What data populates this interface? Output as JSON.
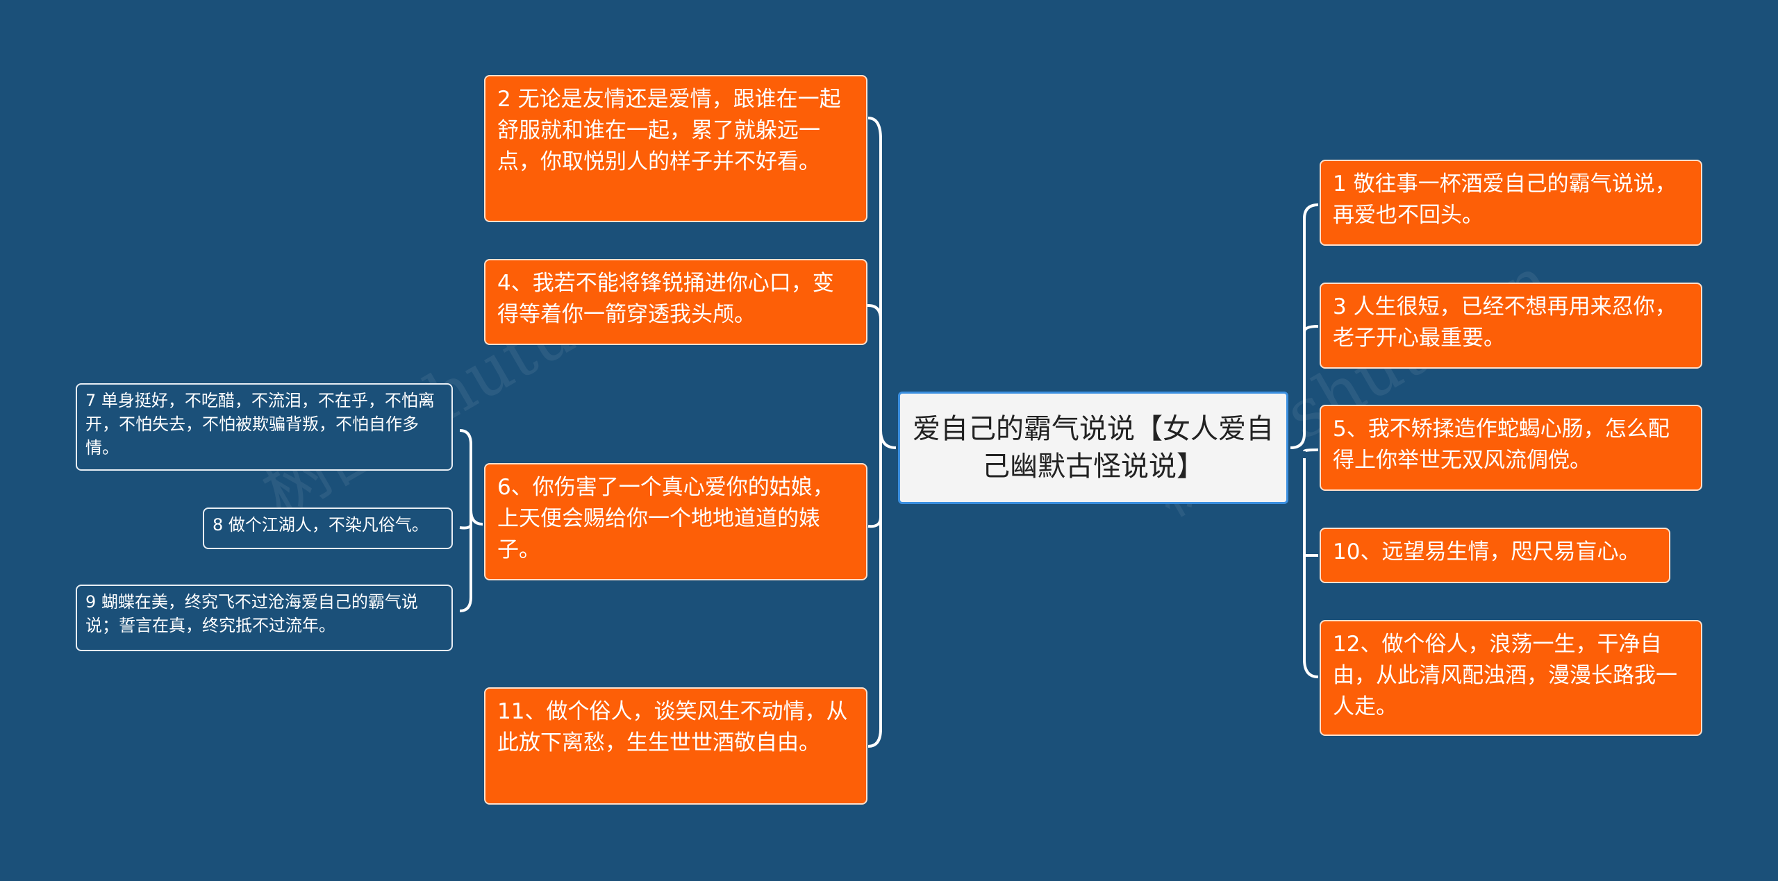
{
  "center": {
    "title": "爱自己的霸气说说【女人爱自己幽默古怪说说】"
  },
  "left_branches": [
    {
      "text": "2 无论是友情还是爱情，跟谁在一起舒服就和谁在一起，累了就躲远一点，你取悦别人的样子并不好看。"
    },
    {
      "text": "4、我若不能将锋锐捅进你心口，变得等着你一箭穿透我头颅。"
    },
    {
      "text": "6、你伤害了一个真心爱你的姑娘，上天便会赐给你一个地地道道的婊子。"
    },
    {
      "text": "11、做个俗人，谈笑风生不动情，从此放下离愁，生生世世酒敬自由。"
    }
  ],
  "sub_branches": [
    {
      "text": "7 单身挺好，不吃醋，不流泪，不在乎，不怕离开，不怕失去，不怕被欺骗背叛，不怕自作多情。"
    },
    {
      "text": "8 做个江湖人，不染凡俗气。"
    },
    {
      "text": "9 蝴蝶在美，终究飞不过沧海爱自己的霸气说说；誓言在真，终究抵不过流年。"
    }
  ],
  "right_branches": [
    {
      "text": "1 敬往事一杯酒爱自己的霸气说说，再爱也不回头。"
    },
    {
      "text": "3 人生很短，已经不想再用来忍你，老子开心最重要。"
    },
    {
      "text": "5、我不矫揉造作蛇蝎心肠，怎么配得上你举世无双风流倜傥。"
    },
    {
      "text": "10、远望易生情，咫尺易盲心。"
    },
    {
      "text": "12、做个俗人，浪荡一生，干净自由，从此清风配浊酒，漫漫长路我一人走。"
    }
  ],
  "colors": {
    "background": "#1b5079",
    "node_fill": "#fd5f07",
    "connector": "#ffffff",
    "center_border": "#3b8fe0"
  }
}
